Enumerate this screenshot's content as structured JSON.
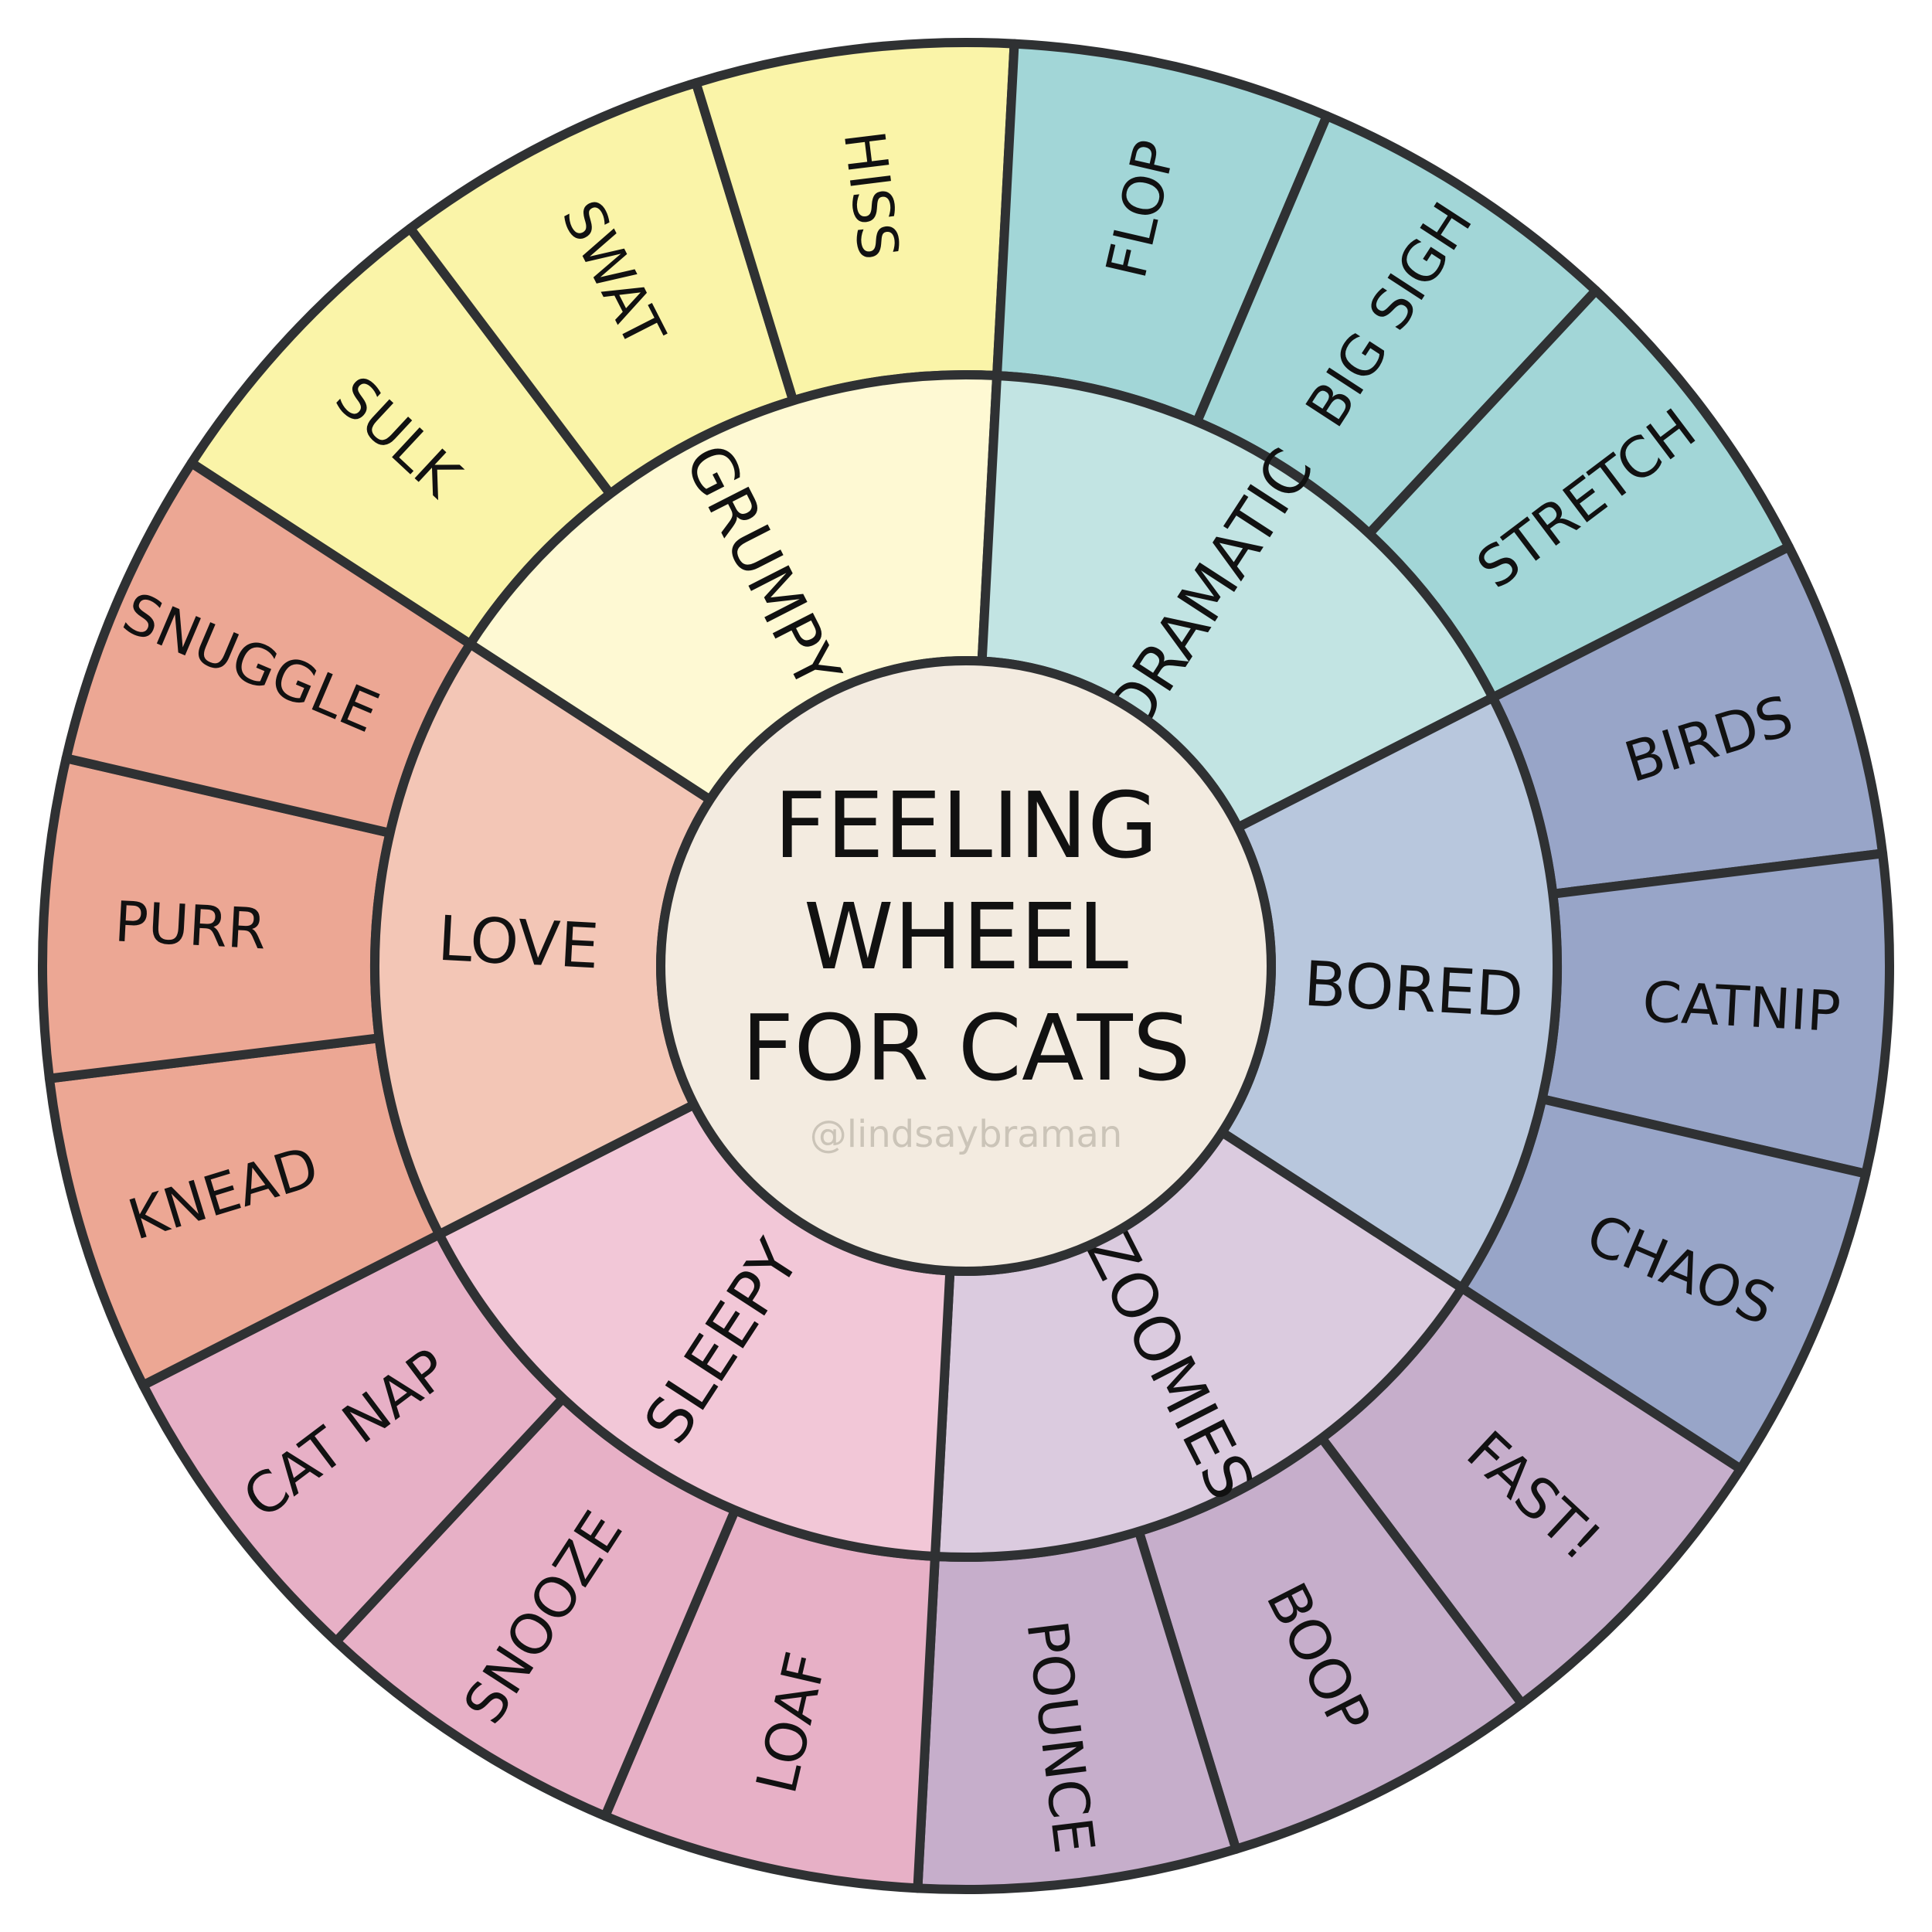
{
  "title_lines": [
    "FEELING",
    "WHEEL",
    "FOR CATS"
  ],
  "credit": "@lindsaybraman",
  "colors": {
    "outline": "#2f3133",
    "center_fill": "#f3ebe0",
    "background": "#ffffff"
  },
  "categories": [
    {
      "label": "GRUMPY",
      "inner_color": "#fef9d3",
      "outer_color": "#faf4a8",
      "items": [
        "SULK",
        "SWAT",
        "HISS"
      ]
    },
    {
      "label": "DRAMATIC",
      "inner_color": "#c2e4e3",
      "outer_color": "#a2d6d7",
      "items": [
        "FLOP",
        "BIG SIGH",
        "STRETCH"
      ]
    },
    {
      "label": "BORED",
      "inner_color": "#b8c7dd",
      "outer_color": "#98a5c8",
      "items": [
        "BIRDS",
        "CATNIP",
        "CHAOS"
      ]
    },
    {
      "label": "ZOOMIES",
      "inner_color": "#dbcbdf",
      "outer_color": "#c6aecb",
      "items": [
        "FAST!",
        "BOOP",
        "POUNCE"
      ]
    },
    {
      "label": "SLEEPY",
      "inner_color": "#f2c7d7",
      "outer_color": "#e7b0c6",
      "items": [
        "LOAF",
        "SNOOZE",
        "CAT NAP"
      ]
    },
    {
      "label": "LOVE",
      "inner_color": "#f3c6b6",
      "outer_color": "#eca794",
      "items": [
        "KNEAD",
        "PURR",
        "SNUGGLE"
      ]
    }
  ]
}
